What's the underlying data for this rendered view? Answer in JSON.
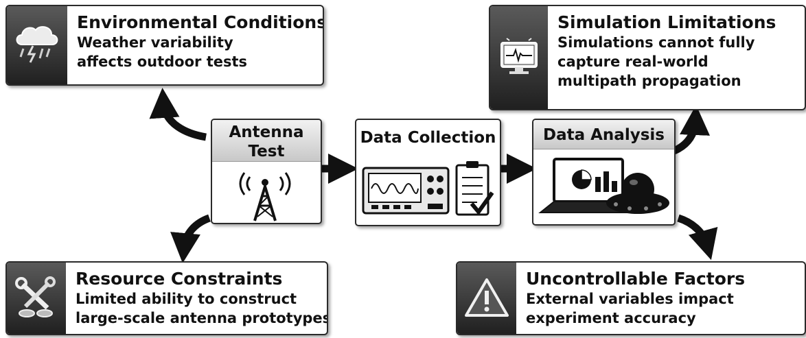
{
  "callouts": {
    "environmental": {
      "title": "Environmental Conditions",
      "lines": [
        "Weather variability",
        "affects outdoor tests"
      ],
      "icon": "storm-cloud-icon"
    },
    "simulation": {
      "title": "Simulation Limitations",
      "lines": [
        "Simulations cannot fully",
        "capture real-world",
        "multipath propagation"
      ],
      "icon": "monitor-signal-icon"
    },
    "resource": {
      "title": "Resource Constraints",
      "lines": [
        "Limited ability to construct",
        "large-scale antenna prototypes"
      ],
      "icon": "tools-icon"
    },
    "uncontrollable": {
      "title": "Uncontrollable Factors",
      "lines": [
        "External variables impact",
        "experiment accuracy"
      ],
      "icon": "warning-icon"
    }
  },
  "stages": {
    "antenna_test": {
      "title_lines": [
        "Antenna",
        "Test"
      ],
      "icon": "antenna-tower-icon"
    },
    "data_collection": {
      "title": "Data Collection",
      "icons": [
        "oscilloscope-icon",
        "clipboard-checklist-icon"
      ]
    },
    "data_analysis": {
      "title": "Data Analysis",
      "icons": [
        "laptop-chart-icon",
        "ufo-icon"
      ]
    }
  },
  "colors": {
    "border": "#2a2a2a",
    "icon_panel": "#3a3a3a",
    "arrow": "#111111"
  }
}
